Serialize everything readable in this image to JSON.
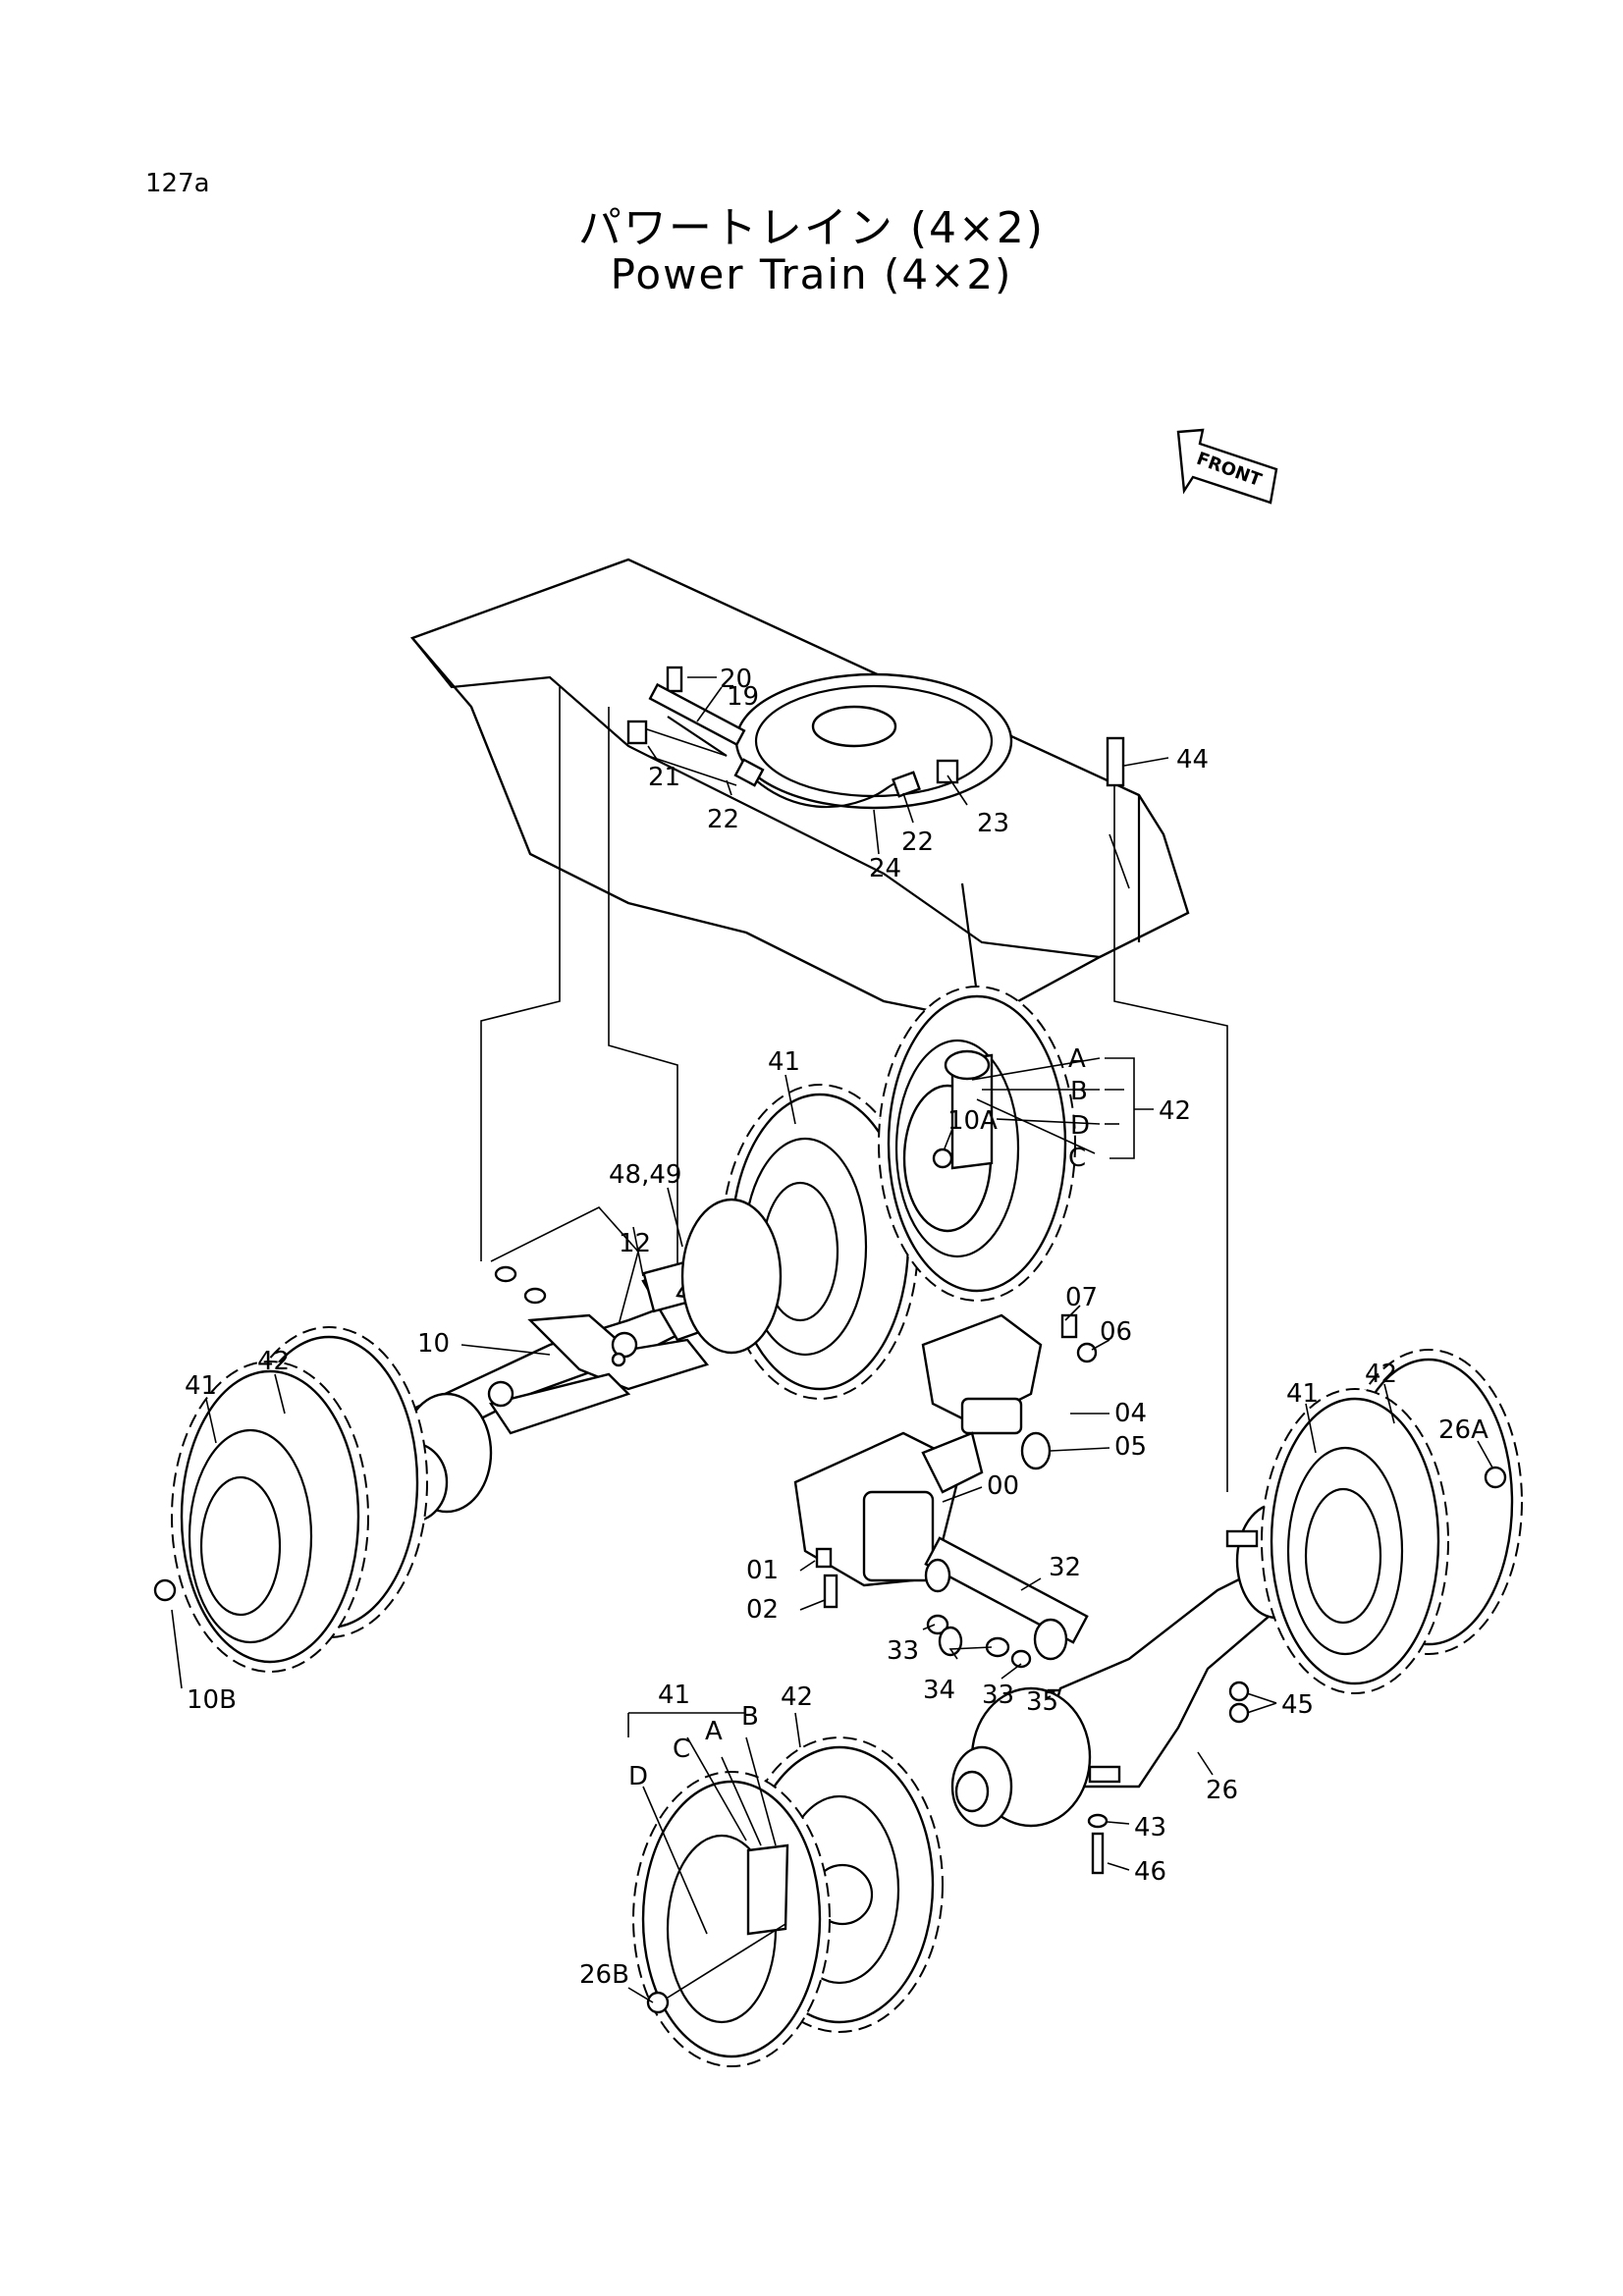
{
  "page_number": "127a",
  "title_jp": "パワートレイン (4×2)",
  "title_en": "Power Train (4×2)",
  "front_label": "FRONT",
  "callouts": {
    "c20": "20",
    "c19": "19",
    "c21": "21",
    "c22a": "22",
    "c22b": "22",
    "c23": "23",
    "c24": "24",
    "c44": "44",
    "c41a": "41",
    "cA": "A",
    "cB": "B",
    "cD": "D",
    "cC": "C",
    "c42a": "42",
    "c10A": "10A",
    "c4849": "48,49",
    "c12": "12",
    "c10": "10",
    "c42b": "42",
    "c41b": "41",
    "c10B": "10B",
    "c07": "07",
    "c06": "06",
    "c04": "04",
    "c05": "05",
    "c00": "00",
    "c01": "01",
    "c02": "02",
    "c32": "32",
    "c33a": "33",
    "c34": "34",
    "c33b": "33",
    "c35": "35",
    "c42c": "42",
    "c41c": "41",
    "c26A": "26A",
    "c45": "45",
    "c26": "26",
    "c43": "43",
    "c46": "46",
    "c41d": "41",
    "cC2": "C",
    "cA2": "A",
    "cB2": "B",
    "cD2": "D",
    "c42d": "42",
    "c26B": "26B"
  }
}
